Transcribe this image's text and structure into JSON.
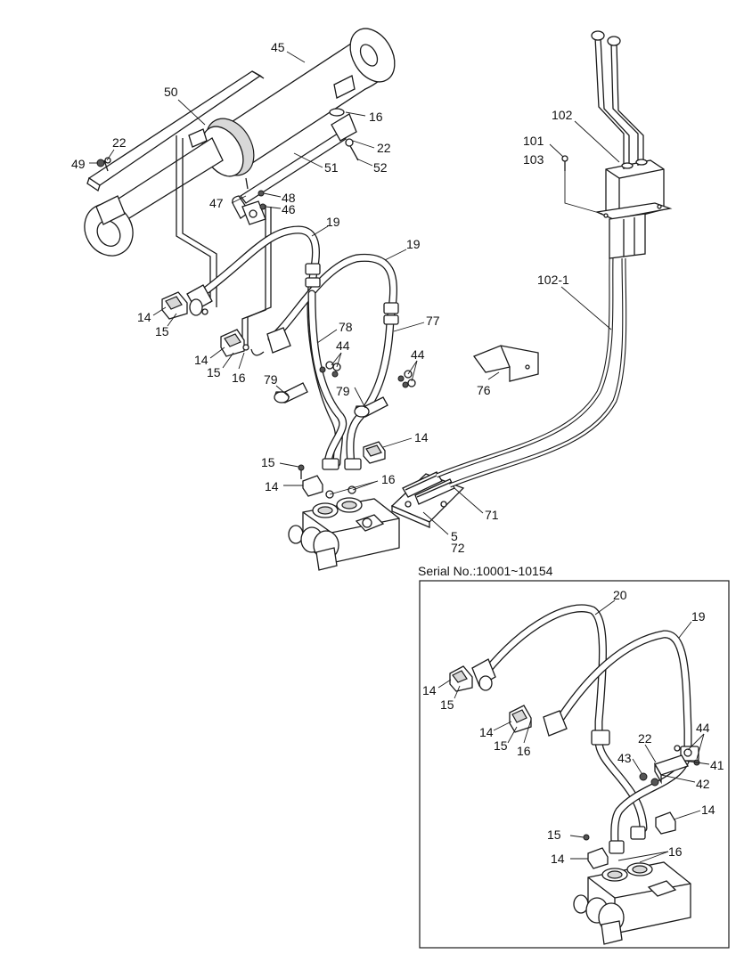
{
  "inset": {
    "title": "Serial No.:10001~10154"
  },
  "callouts": {
    "main": [
      "45",
      "50",
      "22",
      "49",
      "16",
      "22",
      "52",
      "51",
      "47",
      "48",
      "46",
      "19",
      "19",
      "14",
      "15",
      "14",
      "15",
      "16",
      "78",
      "77",
      "44",
      "44",
      "79",
      "79",
      "14",
      "15",
      "14",
      "16",
      "5",
      "72",
      "71",
      "102",
      "101",
      "103",
      "102-1",
      "76"
    ],
    "inset": [
      "20",
      "19",
      "14",
      "15",
      "14",
      "15",
      "16",
      "22",
      "44",
      "43",
      "41",
      "42",
      "14",
      "15",
      "14",
      "16"
    ]
  }
}
